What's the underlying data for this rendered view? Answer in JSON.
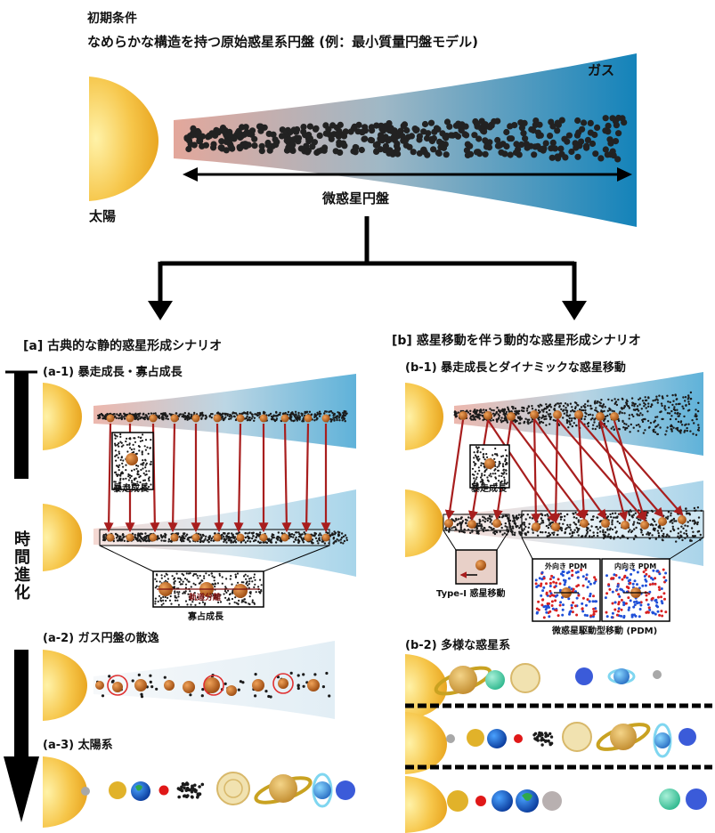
{
  "header": {
    "line1": "初期条件",
    "line2": "なめらかな構造を持つ原始惑星系円盤 (例：最小質量円盤モデル)"
  },
  "top_diagram": {
    "gas_label": "ガス",
    "disk_label": "微惑星円盤",
    "sun_label": "太陽"
  },
  "time_axis_label": "時間進化",
  "scenario_a": {
    "title": "[a] 古典的な静的惑星形成シナリオ",
    "step1": "(a-1) 暴走成長・寡占成長",
    "runaway_label": "暴走成長",
    "oligarchic_label": "寡占成長",
    "inset_text": "軌道分離",
    "step2": "(a-2) ガス円盤の散逸",
    "step3": "(a-3)  太陽系"
  },
  "scenario_b": {
    "title": "[b] 惑星移動を伴う動的な惑星形成シナリオ",
    "step1": "(b-1) 暴走成長とダイナミックな惑星移動",
    "runaway_label": "暴走成長",
    "type1_label": "Type-I 惑星移動",
    "outward_label": "外向き PDM",
    "inward_label": "内向き PDM",
    "pdm_label": "微惑星駆動型移動 (PDM)",
    "step2": "(b-2) 多様な惑星系"
  },
  "colors": {
    "sun": "#f2b632",
    "gas_blue": "#1f8fc0",
    "arrow_red": "#a81e1e",
    "planet_brown": "#c0641c"
  }
}
